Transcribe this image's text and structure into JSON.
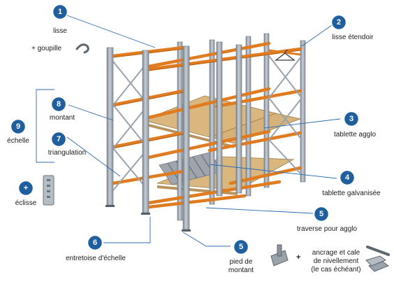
{
  "colors": {
    "badge": "#1f5f9e",
    "leader": "#2d6bb0",
    "upright": "#a9b1ba",
    "beam": "#e07b1f",
    "chipboard": "#d9b77e",
    "galvanized": "#9ea5ad"
  },
  "callouts": [
    {
      "num": "1",
      "label": "lisse"
    },
    {
      "num": "2",
      "label": "lisse étendoir"
    },
    {
      "num": "3",
      "label": "tablette agglo"
    },
    {
      "num": "4",
      "label": "tablette galvanisée"
    },
    {
      "num": "5",
      "label": "traverse pour agglo"
    },
    {
      "num": "6",
      "label": "entretoise d'échelle"
    },
    {
      "num": "5",
      "label_line1": "pied de",
      "label_line2": "montant"
    },
    {
      "num": "7",
      "label": "triangulation"
    },
    {
      "num": "8",
      "label": "montant"
    },
    {
      "num": "9",
      "label": "échelle"
    },
    {
      "num": "+",
      "label": "éclisse"
    }
  ],
  "extras": {
    "goupille": "+ goupille",
    "plus": "+",
    "anchor_line1": "ancrage et cale",
    "anchor_line2": "de nivellement",
    "anchor_line3": "(le cas échéant)"
  },
  "icons": [
    "pin-icon",
    "splice-plate-icon",
    "anchor-plate-icon",
    "leveling-shim-icon",
    "anchor-bolt-icon"
  ]
}
